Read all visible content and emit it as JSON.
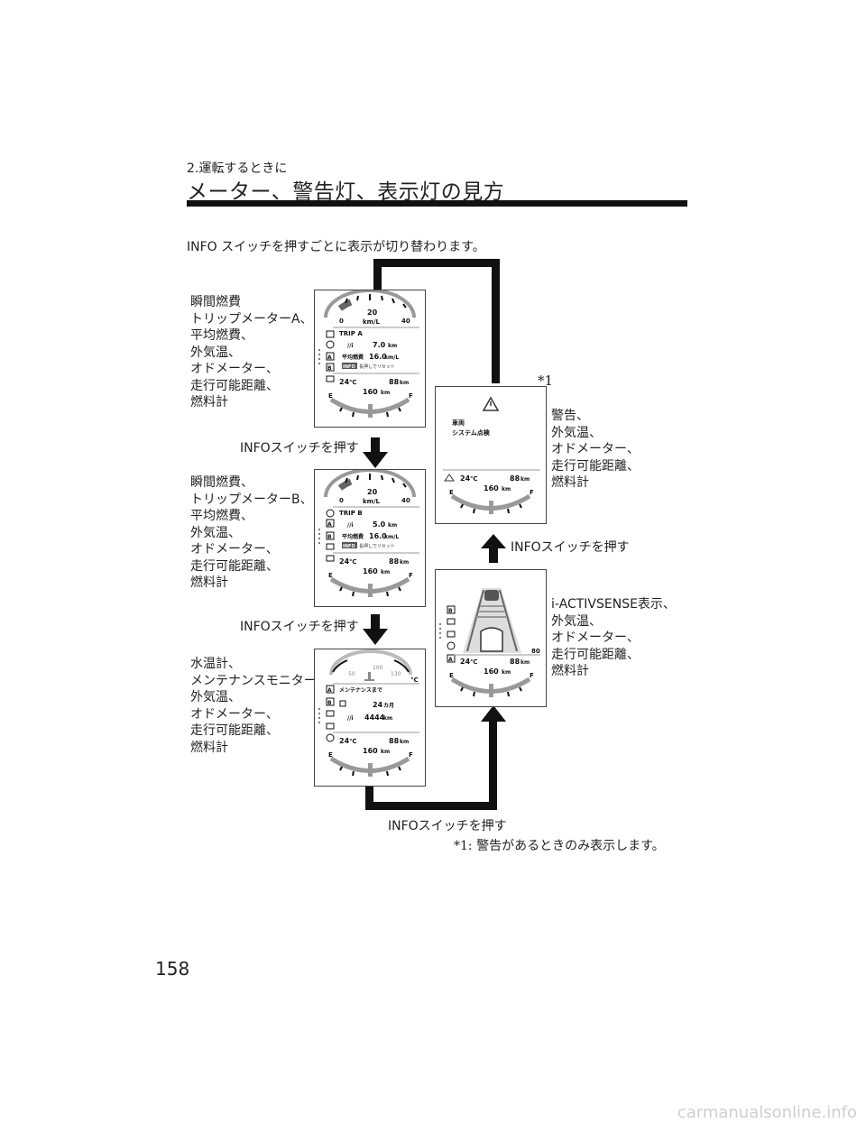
{
  "header": {
    "section": "2.運転するときに",
    "title": "メーター、警告灯、表示灯の見方"
  },
  "intro": "INFO スイッチを押すごとに表示が切り替わります。",
  "labels": {
    "screen1": "瞬間燃費\nトリップメーターA、\n平均燃費、\n外気温、\nオドメーター、\n走行可能距離、\n燃料計",
    "screen2": "瞬間燃費、\nトリップメーターB、\n平均燃費、\n外気温、\nオドメーター、\n走行可能距離、\n燃料計",
    "screen3": "水温計、\nメンテナンスモニター、\n外気温、\nオドメーター、\n走行可能距離、\n燃料計",
    "screen4": "i-ACTIVSENSE表示、\n外気温、\nオドメーター、\n走行可能距離、\n燃料計",
    "screen5": "警告、\n外気温、\nオドメーター、\n走行可能距離、\n燃料計"
  },
  "switch_label": "INFOスイッチを押す",
  "footnote_mark": "*1",
  "footnote": "*1: 警告があるときのみ表示します。",
  "page_number": "158",
  "watermark": "carmanualsonline.info",
  "meter": {
    "scale_min": "0",
    "scale_mid": "20",
    "scale_max": "40",
    "unit_kml": "km/L",
    "trip_a": "TRIP A",
    "trip_b": "TRIP B",
    "trip_a_value": "7.0",
    "trip_b_value": "5.0",
    "km": "km",
    "avg_label": "平均燃費",
    "avg_value": "16.0",
    "avg_unit": "km/L",
    "info_badge": "INFO",
    "reset_hint": "長押しでリセット",
    "temp": "24",
    "deg": "℃",
    "range": "88",
    "odo": "160",
    "fuel_e": "E",
    "fuel_f": "F",
    "letter_a": "A",
    "letter_b": "B",
    "water_50": "50",
    "water_100": "100",
    "water_130": "130",
    "water_unit": "°C",
    "maint_title": "メンテナンスまで",
    "maint_months": "24",
    "maint_months_unit": "カ月",
    "maint_km": "4444",
    "warn_line1": "車両",
    "warn_line2": "システム点検",
    "isense_speed": "80"
  }
}
